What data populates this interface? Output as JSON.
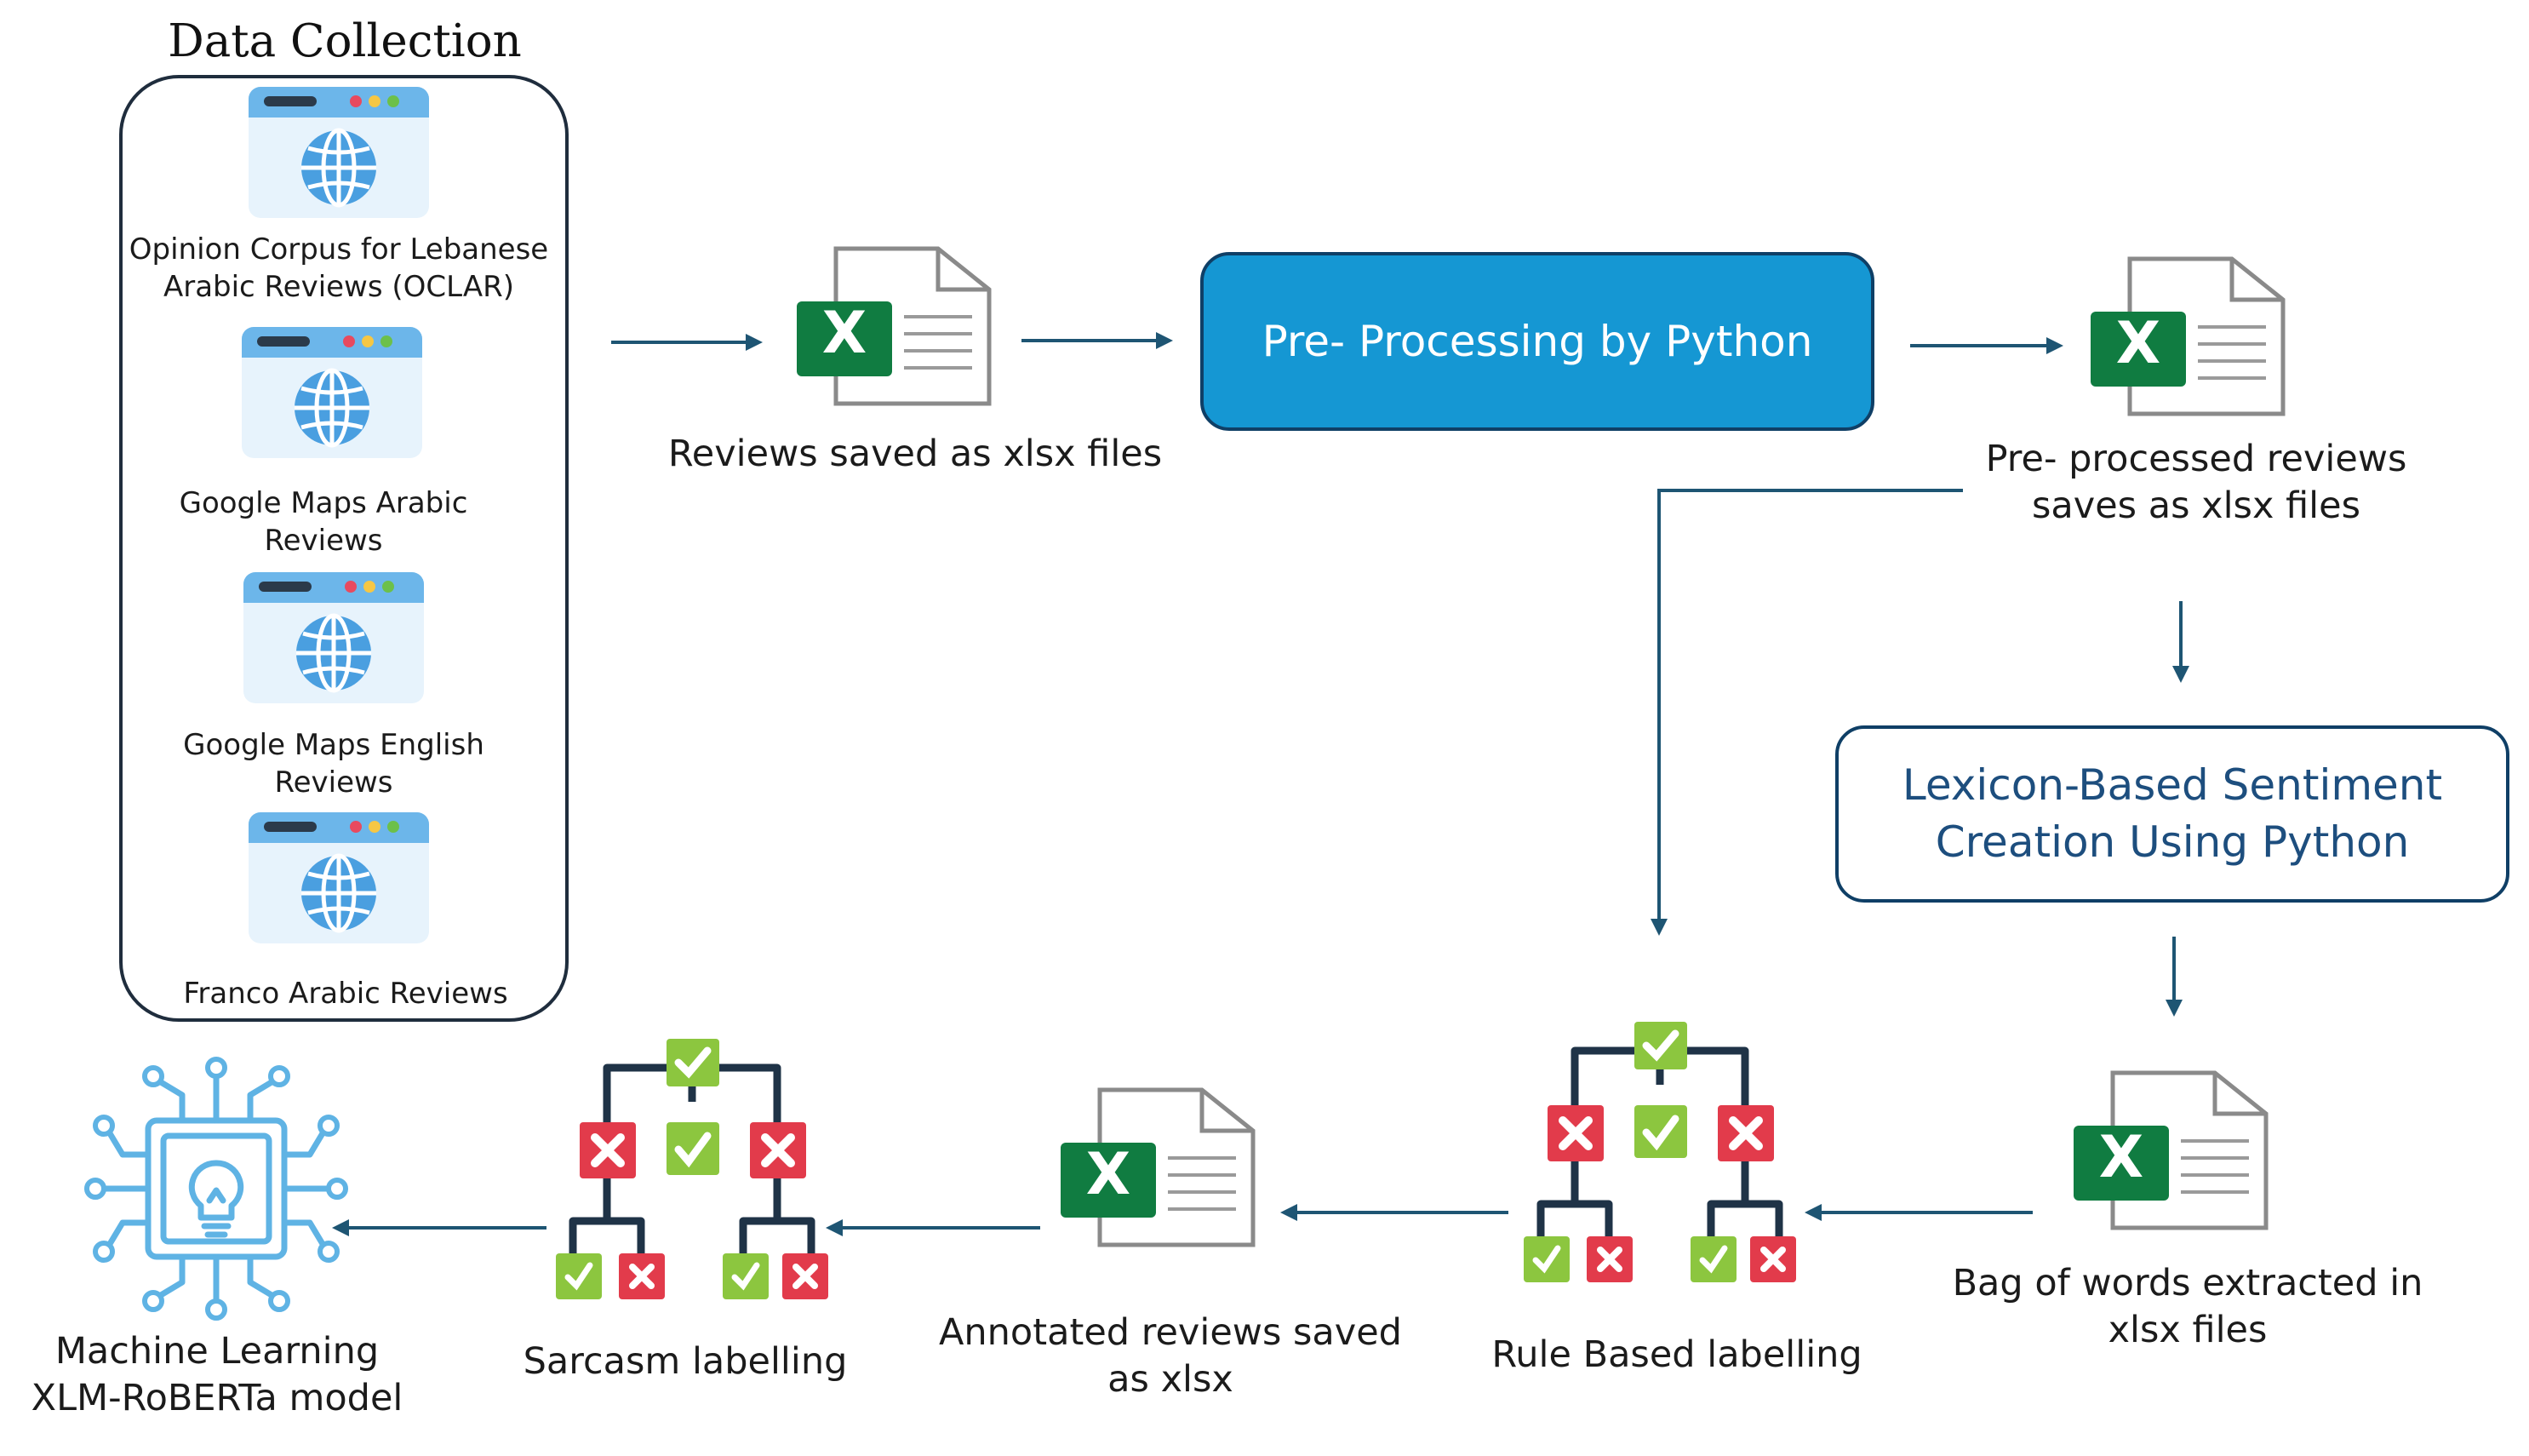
{
  "data_collection": {
    "title": "Data Collection",
    "sources": [
      {
        "label_line1": "Opinion Corpus for Lebanese",
        "label_line2": "Arabic Reviews (OCLAR)",
        "icon": "browser-globe-icon"
      },
      {
        "label_line1": "Google Maps Arabic",
        "label_line2": "Reviews",
        "icon": "browser-globe-icon"
      },
      {
        "label_line1": "Google Maps English",
        "label_line2": "Reviews",
        "icon": "browser-globe-icon"
      },
      {
        "label_line1": "Franco Arabic Reviews",
        "label_line2": "",
        "icon": "browser-globe-icon"
      }
    ]
  },
  "steps": {
    "reviews_saved": {
      "line1": "Reviews saved as xlsx files",
      "icon": "excel-file-icon"
    },
    "preprocessing": {
      "label": "Pre- Processing by Python"
    },
    "preprocessed_saved": {
      "line1": "Pre- processed reviews",
      "line2": "saves as xlsx files",
      "icon": "excel-file-icon"
    },
    "lexicon": {
      "line1": "Lexicon-Based Sentiment",
      "line2": "Creation Using Python"
    },
    "bag_of_words": {
      "line1": "Bag of words extracted in",
      "line2": "xlsx files",
      "icon": "excel-file-icon"
    },
    "rule_based": {
      "line1": "Rule Based labelling",
      "icon": "decision-tree-icon"
    },
    "annotated_saved": {
      "line1": "Annotated reviews saved",
      "line2": "as xlsx",
      "icon": "excel-file-icon"
    },
    "sarcasm": {
      "line1": "Sarcasm labelling",
      "icon": "decision-tree-icon"
    },
    "ml_model": {
      "line1": "Machine Learning",
      "line2": "XLM-RoBERTa model",
      "icon": "ai-lightbulb-circuit-icon"
    }
  },
  "colors": {
    "process_fill": "#1597d3",
    "box_border": "#0f3f66",
    "arrow": "#1e5573",
    "excel_green": "#107c41",
    "check_green": "#8cc63f",
    "cross_red": "#e23b4b",
    "tree_line": "#1f3347",
    "browser_blue": "#5aa9e6"
  }
}
